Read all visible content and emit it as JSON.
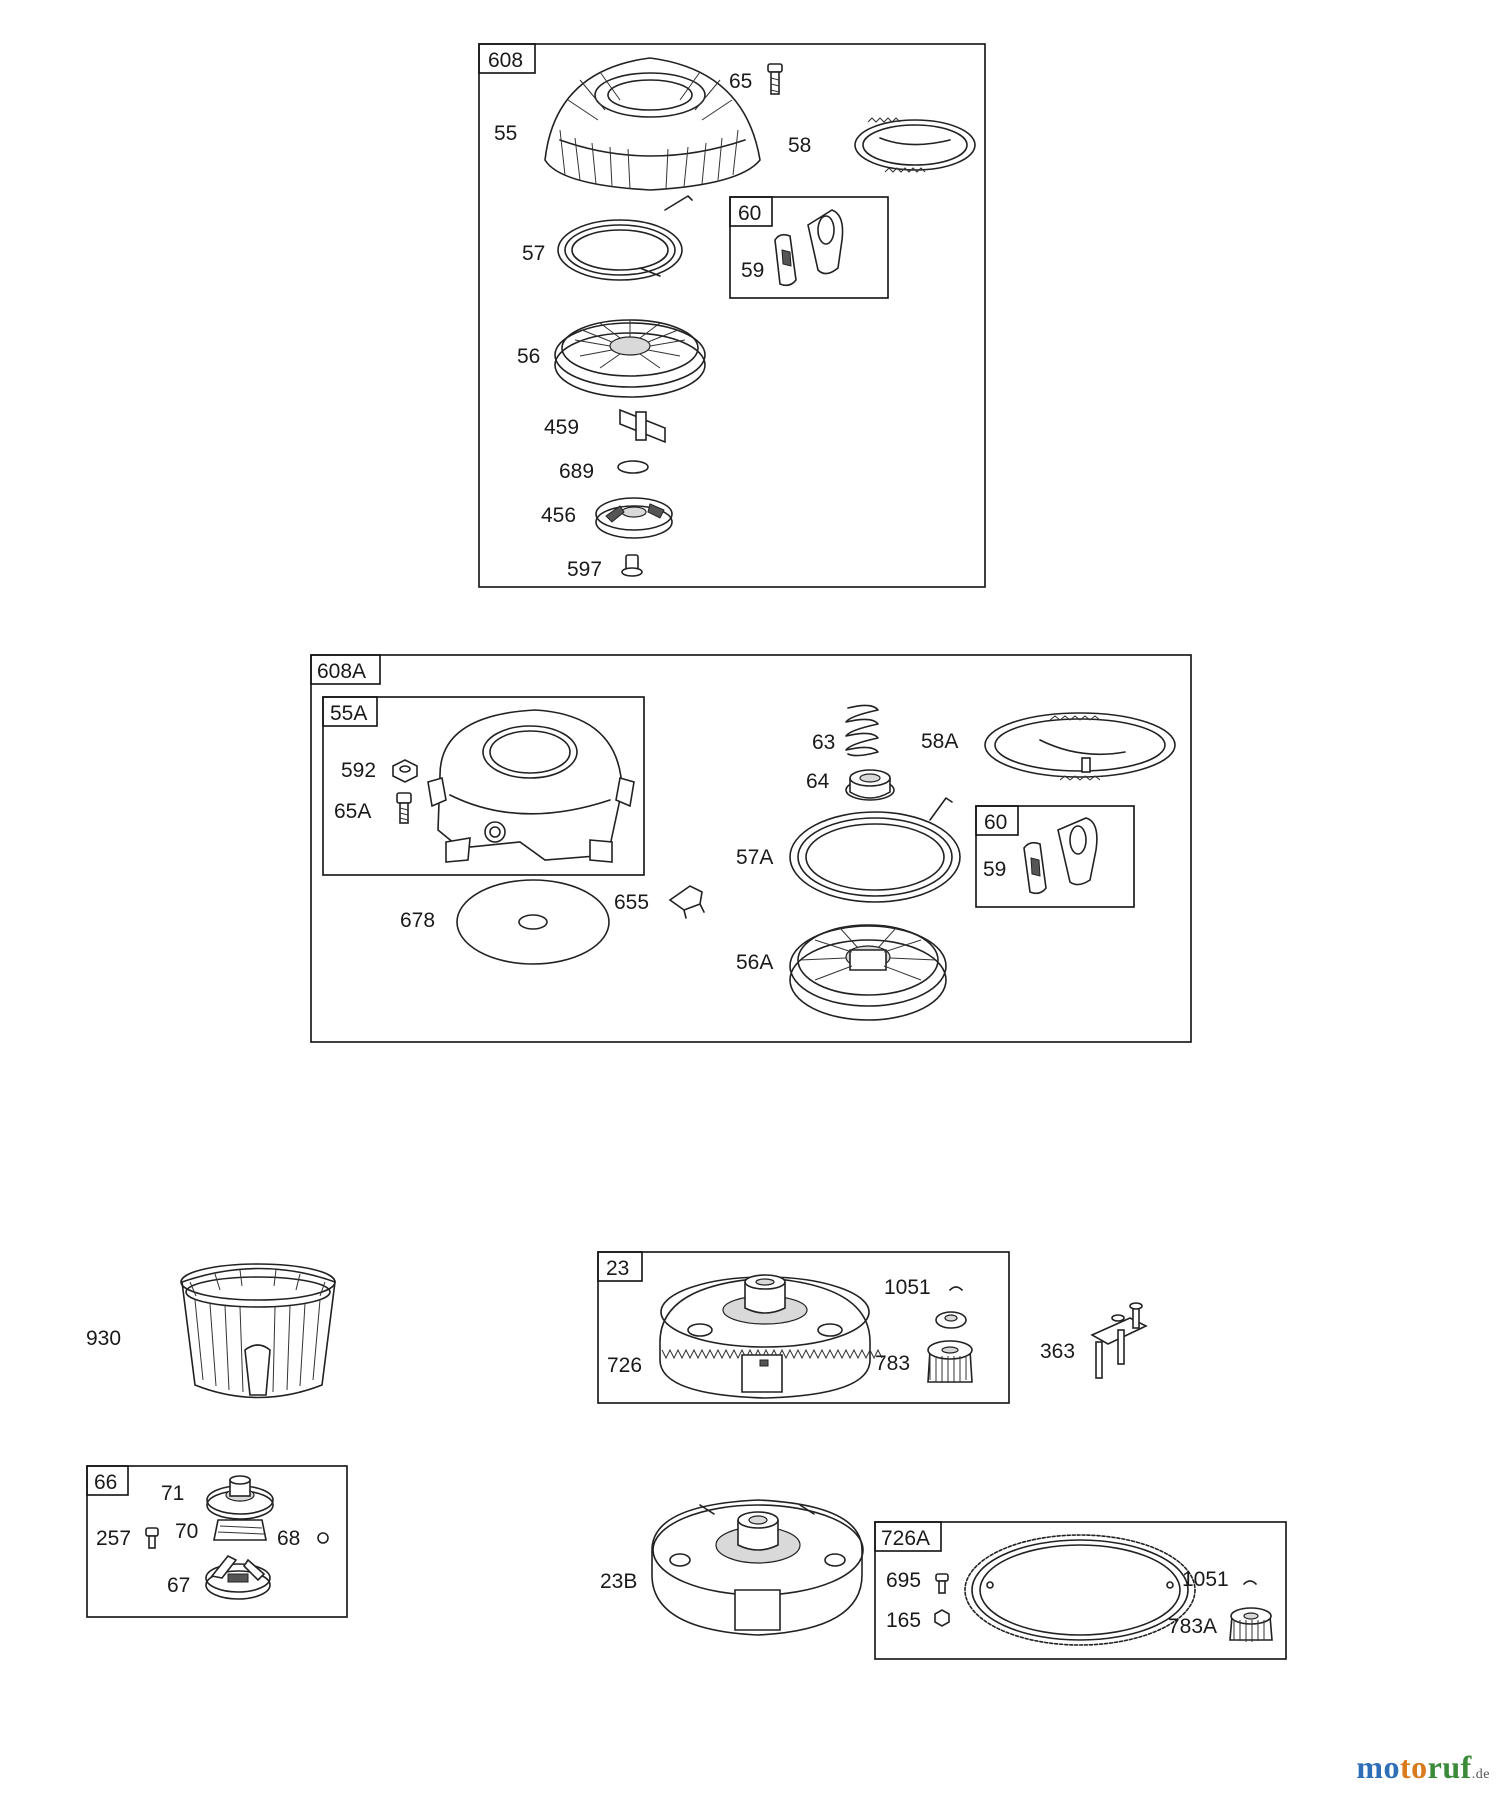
{
  "groups": {
    "g608": {
      "tag": "608"
    },
    "g60a": {
      "tag": "60"
    },
    "g608a": {
      "tag": "608A"
    },
    "g55a": {
      "tag": "55A"
    },
    "g60b": {
      "tag": "60"
    },
    "g23": {
      "tag": "23"
    },
    "g66": {
      "tag": "66"
    },
    "g726a": {
      "tag": "726A"
    }
  },
  "labels": {
    "p65": "65",
    "p55": "55",
    "p58": "58",
    "p57": "57",
    "p59a": "59",
    "p56": "56",
    "p459": "459",
    "p689": "689",
    "p456": "456",
    "p597": "597",
    "p63": "63",
    "p58a": "58A",
    "p592": "592",
    "p64": "64",
    "p65a": "65A",
    "p57a": "57A",
    "p59b": "59",
    "p655": "655",
    "p678": "678",
    "p56a": "56A",
    "p930": "930",
    "p1051a": "1051",
    "p726": "726",
    "p783": "783",
    "p363": "363",
    "p71": "71",
    "p257": "257",
    "p70": "70",
    "p68": "68",
    "p67": "67",
    "p23b": "23B",
    "p695": "695",
    "p1051b": "1051",
    "p165": "165",
    "p783a": "783A"
  },
  "watermark": {
    "part1": "mo",
    "part2": "to",
    "part3": "ruf",
    "tld": ".de"
  }
}
